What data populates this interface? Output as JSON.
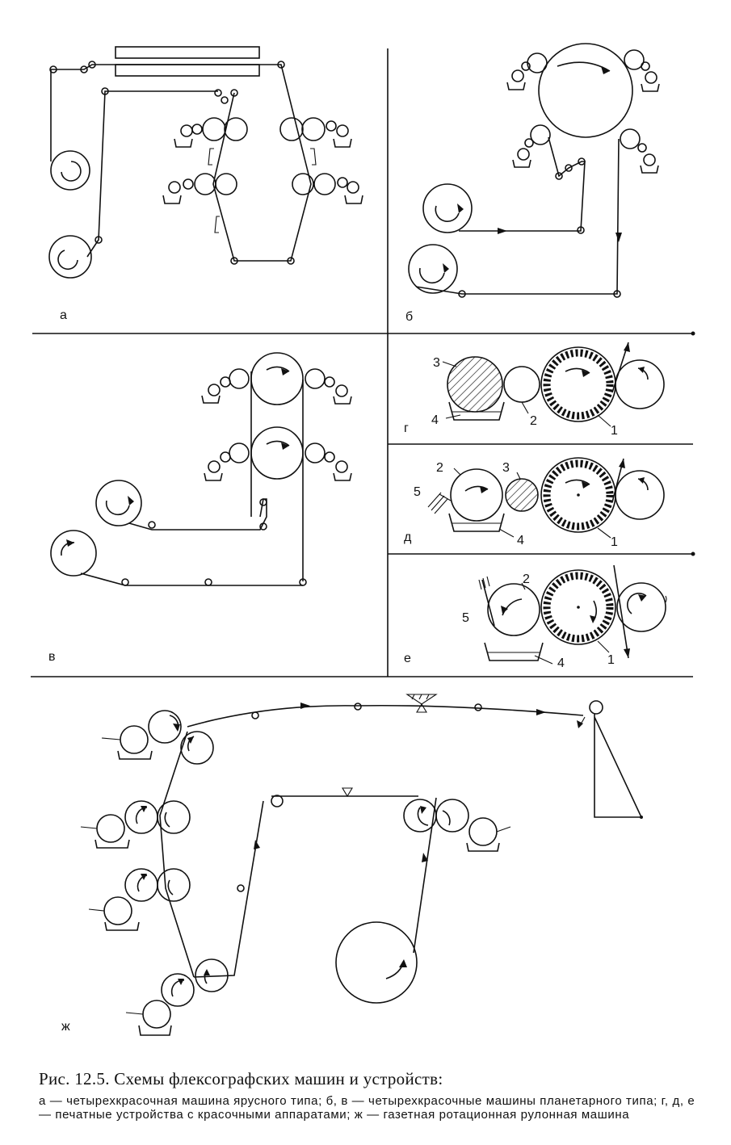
{
  "labels": {
    "a": "а",
    "b": "б",
    "v": "в",
    "g": "г",
    "d": "д",
    "e": "е",
    "zh": "ж"
  },
  "callouts": {
    "g": [
      "3",
      "4",
      "2",
      "1"
    ],
    "d": [
      "2",
      "3",
      "5",
      "4",
      "1"
    ],
    "e": [
      "2",
      "5",
      "4",
      "1"
    ]
  },
  "caption": {
    "title": "Рис. 12.5. Схемы флексографских машин и устройств:",
    "text": "а — четырехкрасочная машина ярусного типа; б, в — четырехкрасочные машины планетарного типа; г, д, е — печатные устройства с красочными аппаратами; ж — газетная ротационная рулонная машина"
  }
}
